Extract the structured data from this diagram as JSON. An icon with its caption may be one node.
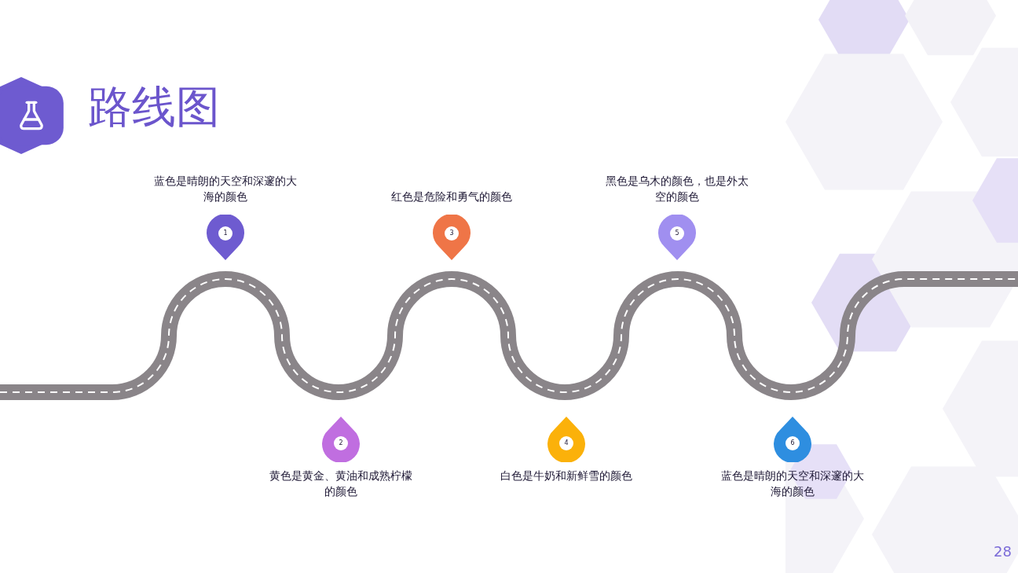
{
  "diagram": {
    "title": "路线图",
    "nodes": [
      {
        "text": [
          "1"
        ],
        "beside": [
          "蓝色是晴朗的天空和深邃的大海的颜色"
        ]
      },
      {
        "text": [
          "2"
        ],
        "beside": [
          "黄色是黄金、黄油和成熟柠檬的颜色"
        ]
      },
      {
        "text": [
          "3"
        ],
        "beside": [
          "红色是危险和勇气的颜色"
        ]
      },
      {
        "text": [
          "4"
        ],
        "beside": [
          "白色是牛奶和新鲜雪的颜色"
        ]
      },
      {
        "text": [
          "5"
        ],
        "beside": [
          "黑色是乌木的颜色，也是外太空的颜色"
        ]
      },
      {
        "text": [
          "6"
        ],
        "beside": [
          "蓝色是晴朗的天空和深邃的大海的颜色"
        ]
      }
    ],
    "labels": [
      "28"
    ]
  }
}
